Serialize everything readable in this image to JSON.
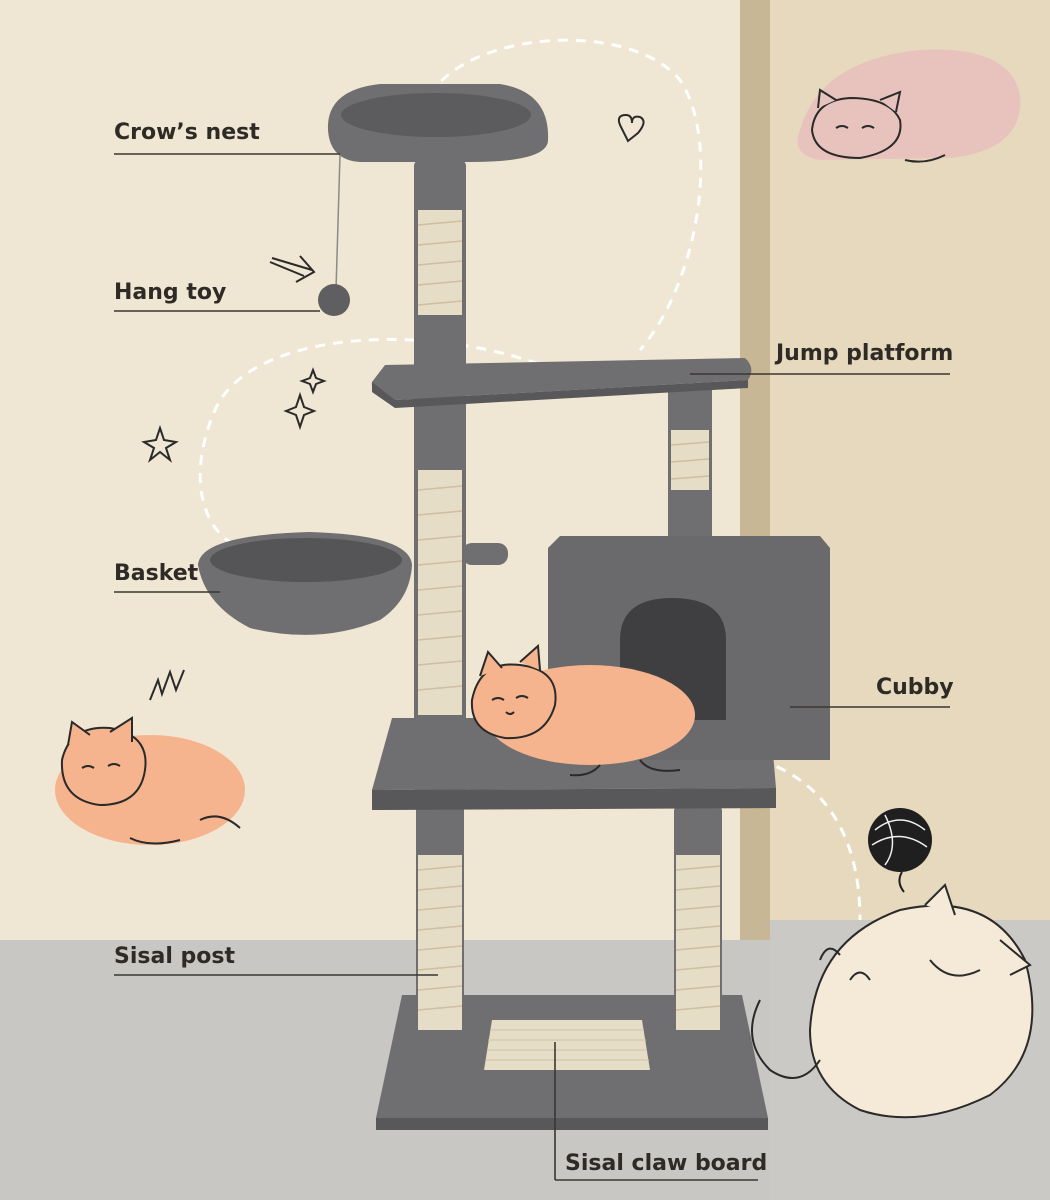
{
  "labels": {
    "crows_nest": "Crow’s nest",
    "hang_toy": "Hang toy",
    "jump_platform": "Jump platform",
    "basket": "Basket",
    "cubby": "Cubby",
    "sisal_post": "Sisal post",
    "sisal_claw_board": "Sisal claw board"
  },
  "colors": {
    "wall": "#efe6d3",
    "wall_panel": "#e6d9bd",
    "wall_corner": "#c8b794",
    "floor": "#c9c7c3",
    "plush_gray": "#6f6f71",
    "plush_dark": "#58585a",
    "sisal": "#e6ddc6",
    "label_text": "#2e2a26",
    "cat_orange": "#f6b48e",
    "cat_pink": "#e8c3bd",
    "cat_cream": "#f5ead7"
  },
  "icons": [
    "arrow-doodle-icon",
    "heart-doodle-icon",
    "sparkle-doodle-icon",
    "scribble-doodle-icon",
    "yarn-ball-icon"
  ]
}
